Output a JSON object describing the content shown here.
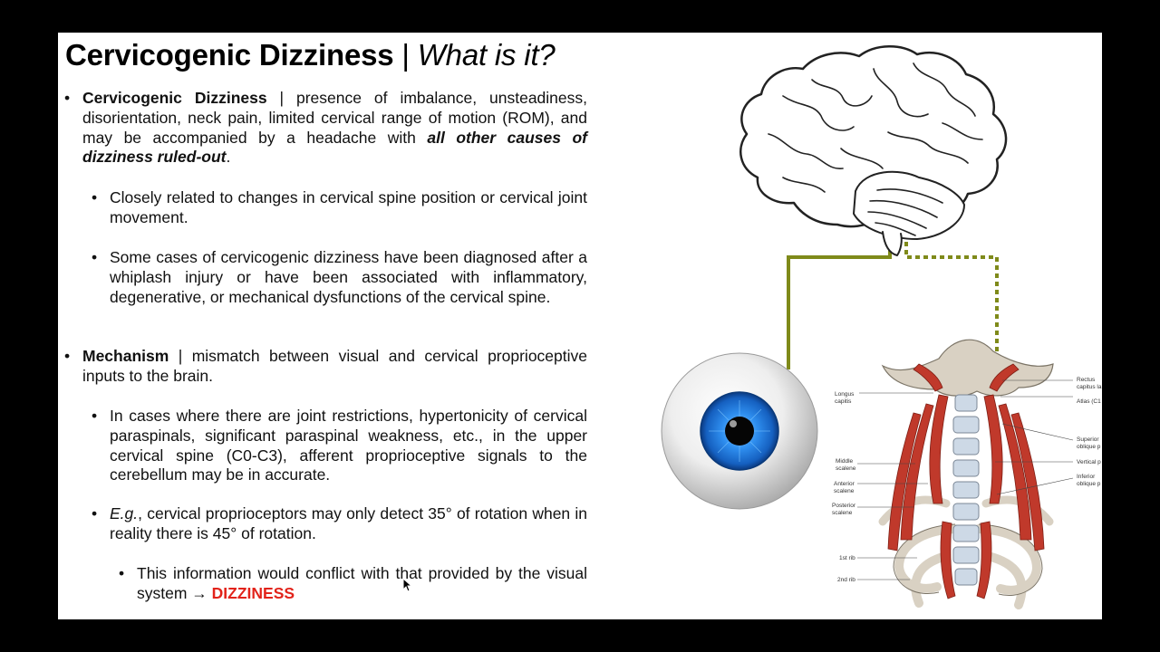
{
  "title": {
    "main": "Cervicogenic Dizziness",
    "separator": "|",
    "sub": "What is it?"
  },
  "bullets": {
    "b1": {
      "term": "Cervicogenic Dizziness",
      "text": " | presence of imbalance, unsteadiness, disorientation, neck pain, limited cervical range of motion (ROM), and may be accompanied by a headache with ",
      "emph": "all other causes of dizziness ruled-out",
      "end": "."
    },
    "b2": "Closely related to changes in cervical spine position or cervical joint movement.",
    "b3": "Some cases of cervicogenic dizziness have been diagnosed after a whiplash injury or have been associated with inflammatory, degenerative, or mechanical dysfunctions of the cervical spine.",
    "b4": {
      "term": "Mechanism",
      "text": " | mismatch between visual and cervical proprioceptive inputs to the brain."
    },
    "b5": "In cases where there are joint restrictions, hypertonicity of cervical paraspinals, significant paraspinal weakness, etc., in the upper cervical spine (C0-C3), afferent proprioceptive signals to the cerebellum may be in accurate.",
    "b6": {
      "prefix": "E.g.",
      "text": ", cervical proprioceptors may only detect 35° of rotation when in reality there is 45° of rotation."
    },
    "b7": {
      "text": "This information would conflict with that provided by the visual system → ",
      "highlight": "DIZZINESS"
    }
  },
  "anatomy_labels": {
    "longus": [
      "Longus",
      "capitis"
    ],
    "middle": [
      "Middle",
      "scalene"
    ],
    "anterior": [
      "Anterior",
      "scalene"
    ],
    "posterior": [
      "Posterior",
      "scalene"
    ],
    "rib1": "1st rib",
    "rib2": "2nd rib",
    "rectus": [
      "Rectus",
      "capitus la"
    ],
    "atlas": "Atlas (C1",
    "superior": [
      "Superior",
      "oblique p"
    ],
    "vertical": "Vertical p",
    "inferior": [
      "Inferior",
      "oblique p"
    ]
  },
  "colors": {
    "accent_red": "#e2231a",
    "pathway_olive": "#7f8a1a",
    "iris_blue": "#1f7fe0",
    "muscle_red": "#c0392b",
    "bone": "#d9d1c3"
  }
}
